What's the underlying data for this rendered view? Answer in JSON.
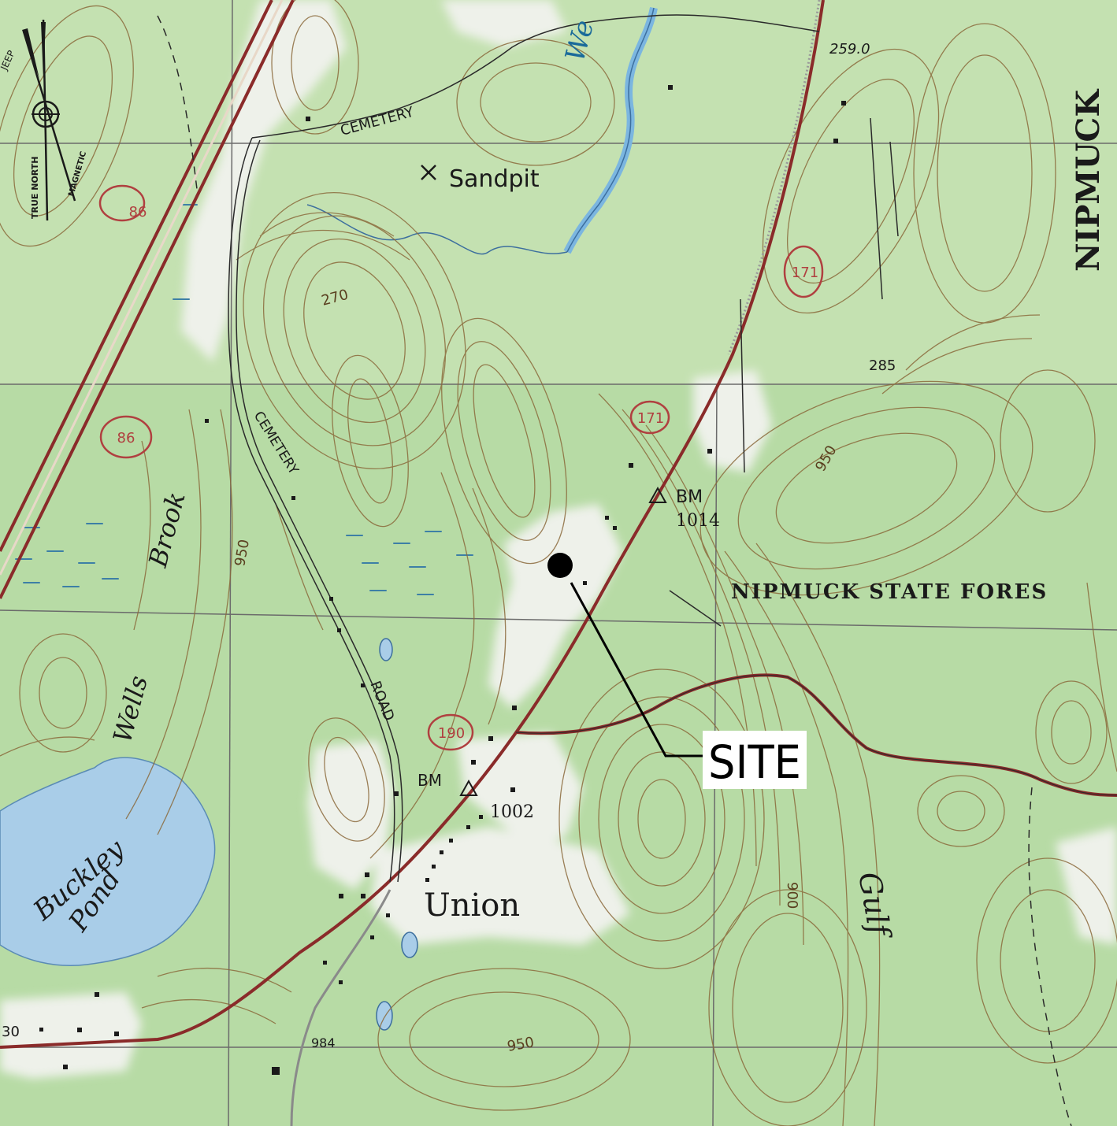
{
  "map": {
    "place_labels": {
      "sandpit": "Sandpit",
      "nipmuck_top": "NIPMUCK",
      "state_forest": "NIPMUCK  STATE  FORES",
      "union": "Union",
      "buckley_line1": "Buckley",
      "buckley_line2": "Pond",
      "brook": "Brook",
      "wells": "Wells",
      "gulf": "Gulf",
      "we": "We"
    },
    "road_labels": {
      "cemetery_top": "CEMETERY",
      "cemetery_mid": "CEMETERY",
      "road": "ROAD",
      "jeep": "JEEP"
    },
    "route_shields": {
      "r171_top": "171",
      "r171_mid": "171",
      "r190": "190",
      "r86_top": "86",
      "r86_mid": "86"
    },
    "benchmarks": {
      "bm_upper": "BM",
      "bm_upper_value": "1014",
      "bm_lower": "BM",
      "bm_lower_value": "1002"
    },
    "elevations": {
      "e259": "259.0",
      "e270": "270",
      "e285": "285",
      "e950_right": "950",
      "e950_left": "950",
      "e950_bottom": "950",
      "e900": "900",
      "e984": "984",
      "e30": "30"
    },
    "north_arrow": {
      "true_north": "TRUE NORTH",
      "magnetic": "MAGNETIC"
    },
    "site_callout": "SITE",
    "colors": {
      "vegetation": "#b9dca8",
      "open_land": "#eef2ea",
      "water": "#a9cde8",
      "contour": "#8b6a3c",
      "road_major": "#8a2b2a",
      "road_black": "#2a2a2a",
      "marker": "#000000"
    }
  }
}
